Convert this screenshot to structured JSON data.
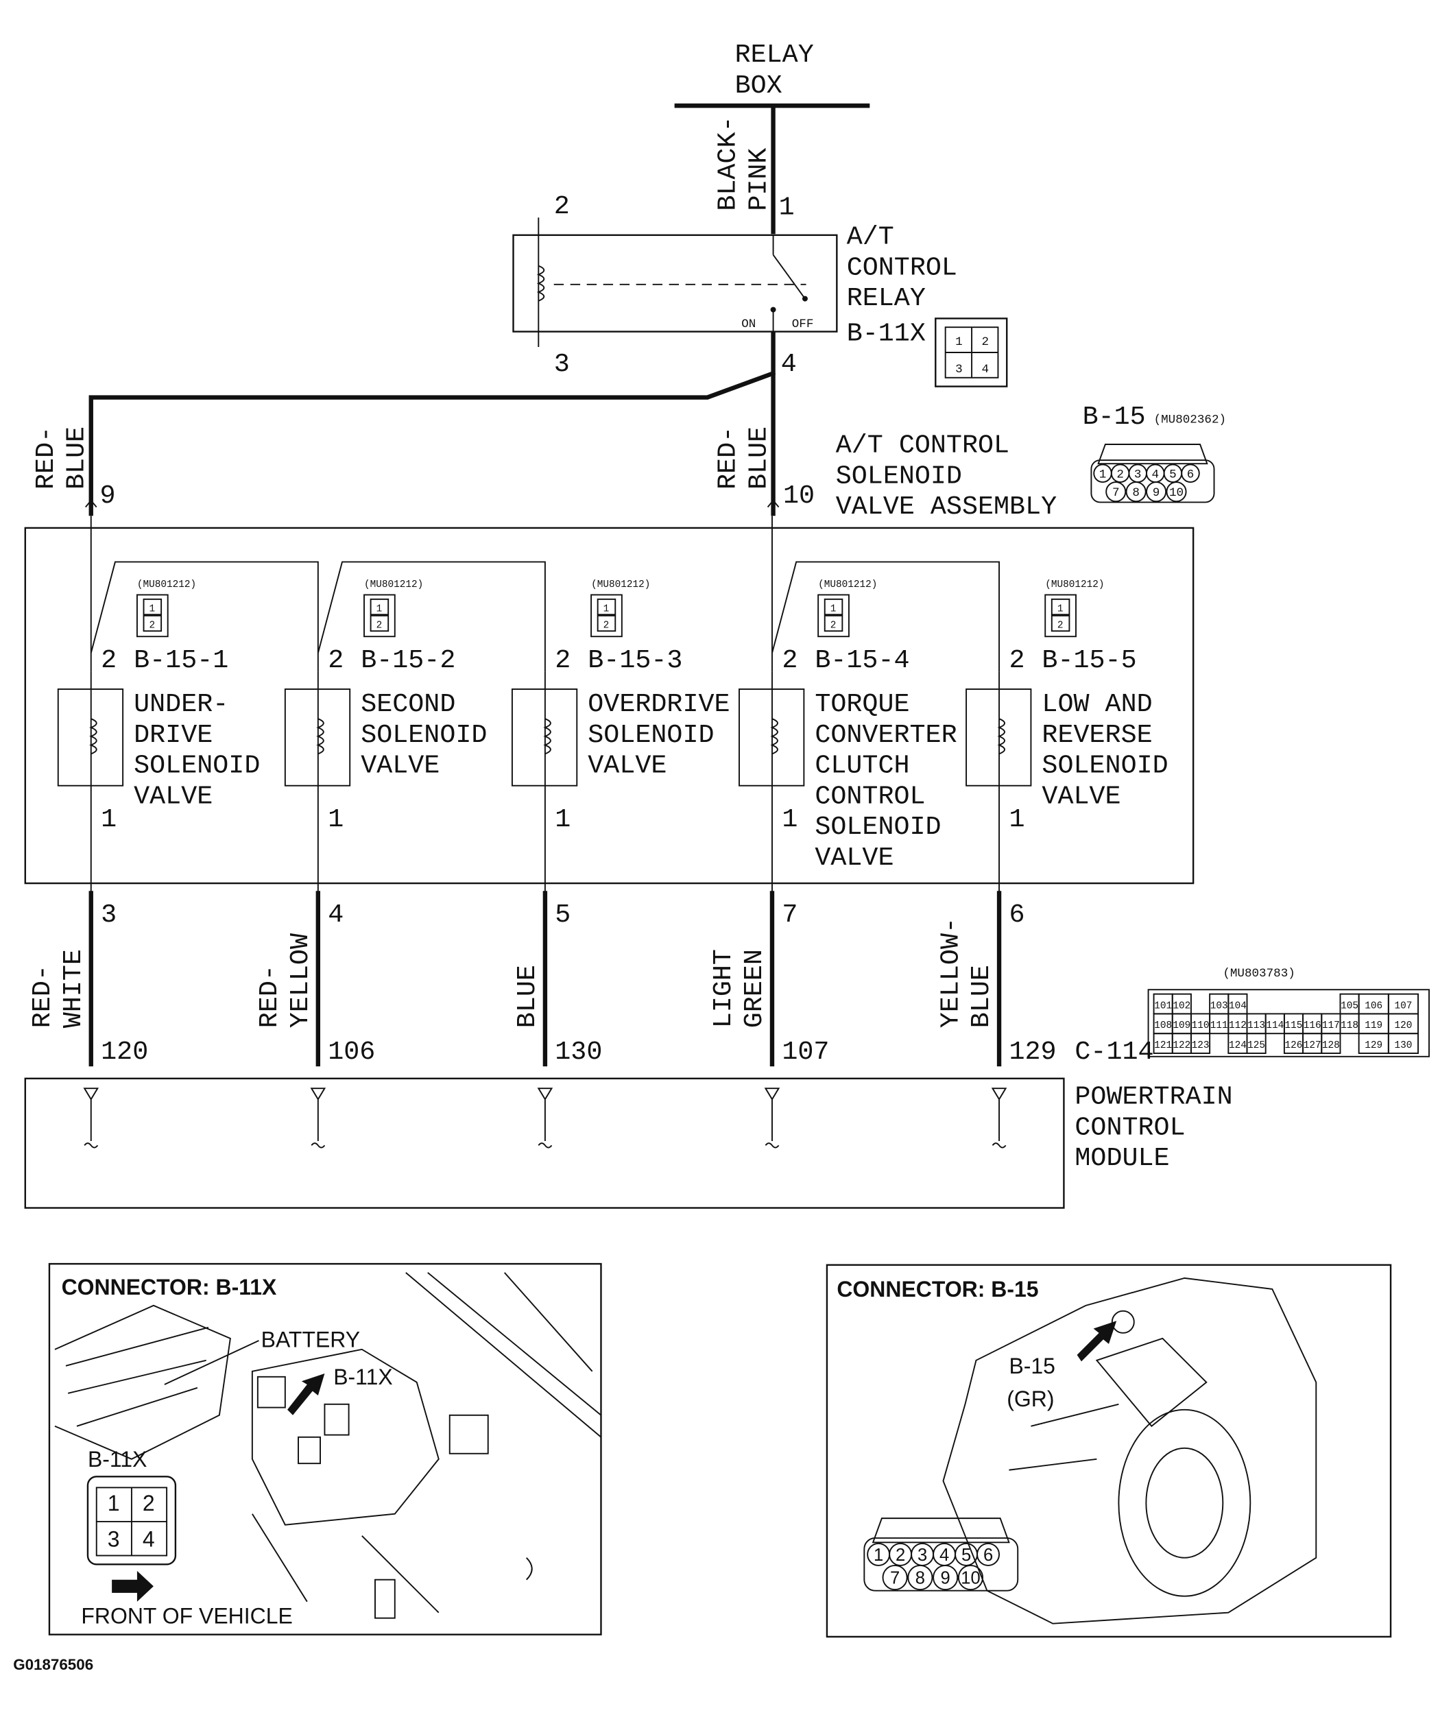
{
  "relay_box": {
    "lines": [
      "RELAY",
      "BOX"
    ]
  },
  "top_wire": {
    "color_lines": [
      "BLACK-",
      "PINK"
    ],
    "pin": "1"
  },
  "relay": {
    "name_lines": [
      "A/T",
      "CONTROL",
      "RELAY"
    ],
    "connector": "B-11X",
    "pins": {
      "p2": "2",
      "p3": "3",
      "p4": "4"
    },
    "on_label": "ON",
    "off_label": "OFF",
    "connector_pins": [
      "1",
      "2",
      "3",
      "4"
    ]
  },
  "feed_wires": [
    {
      "color_lines": [
        "RED-",
        "BLUE"
      ],
      "pin": "9"
    },
    {
      "color_lines": [
        "RED-",
        "BLUE"
      ],
      "pin": "10"
    }
  ],
  "assembly": {
    "name_lines": [
      "A/T CONTROL",
      "SOLENOID",
      "VALVE ASSEMBLY"
    ],
    "connector": "B-15",
    "part_number": "(MU802362)",
    "connector_pins": [
      "1",
      "2",
      "3",
      "4",
      "5",
      "6",
      "7",
      "8",
      "9",
      "10"
    ]
  },
  "solenoids": [
    {
      "part": "(MU801212)",
      "connector": "B-15-1",
      "pin_top": "2",
      "pin_bottom": "1",
      "name_lines": [
        "UNDER-",
        "DRIVE",
        "SOLENOID",
        "VALVE"
      ],
      "wire_pin": "3",
      "wire_color_lines": [
        "RED-",
        "WHITE"
      ],
      "pcm_pin": "120"
    },
    {
      "part": "(MU801212)",
      "connector": "B-15-2",
      "pin_top": "2",
      "pin_bottom": "1",
      "name_lines": [
        "SECOND",
        "SOLENOID",
        "VALVE"
      ],
      "wire_pin": "4",
      "wire_color_lines": [
        "RED-",
        "YELLOW"
      ],
      "pcm_pin": "106"
    },
    {
      "part": "(MU801212)",
      "connector": "B-15-3",
      "pin_top": "2",
      "pin_bottom": "1",
      "name_lines": [
        "OVERDRIVE",
        "SOLENOID",
        "VALVE"
      ],
      "wire_pin": "5",
      "wire_color_lines": [
        "BLUE"
      ],
      "pcm_pin": "130"
    },
    {
      "part": "(MU801212)",
      "connector": "B-15-4",
      "pin_top": "2",
      "pin_bottom": "1",
      "name_lines": [
        "TORQUE",
        "CONVERTER",
        "CLUTCH",
        "CONTROL",
        "SOLENOID",
        "VALVE"
      ],
      "wire_pin": "7",
      "wire_color_lines": [
        "LIGHT",
        "GREEN"
      ],
      "pcm_pin": "107"
    },
    {
      "part": "(MU801212)",
      "connector": "B-15-5",
      "pin_top": "2",
      "pin_bottom": "1",
      "name_lines": [
        "LOW AND",
        "REVERSE",
        "SOLENOID",
        "VALVE"
      ],
      "wire_pin": "6",
      "wire_color_lines": [
        "YELLOW-",
        "BLUE"
      ],
      "pcm_pin": "129"
    }
  ],
  "solenoid_connector_pins": [
    "1",
    "2"
  ],
  "pcm": {
    "name_lines": [
      "POWERTRAIN",
      "CONTROL",
      "MODULE"
    ],
    "connector": "C-114",
    "part_number": "(MU803783)",
    "connector_rows": [
      [
        "101",
        "102",
        "",
        "103",
        "104",
        "",
        "",
        "",
        "",
        "",
        "105",
        "106",
        "107"
      ],
      [
        "108",
        "109",
        "110",
        "111",
        "112",
        "113",
        "114",
        "115",
        "116",
        "117",
        "118",
        "119",
        "120"
      ],
      [
        "121",
        "122",
        "123",
        "",
        "124",
        "125",
        "",
        "126",
        "127",
        "128",
        "",
        "129",
        "130"
      ]
    ]
  },
  "panel_b11x": {
    "title": "CONNECTOR: B-11X",
    "battery_label": "BATTERY",
    "pointer_label": "B-11X",
    "connector_label": "B-11X",
    "connector_pins": [
      "1",
      "2",
      "3",
      "4"
    ],
    "front_label": "FRONT OF VEHICLE"
  },
  "panel_b15": {
    "title": "CONNECTOR: B-15",
    "pointer_label": "B-15",
    "color_label": "(GR)",
    "connector_pins": [
      "1",
      "2",
      "3",
      "4",
      "5",
      "6",
      "7",
      "8",
      "9",
      "10"
    ]
  },
  "figure_id": "G01876506"
}
